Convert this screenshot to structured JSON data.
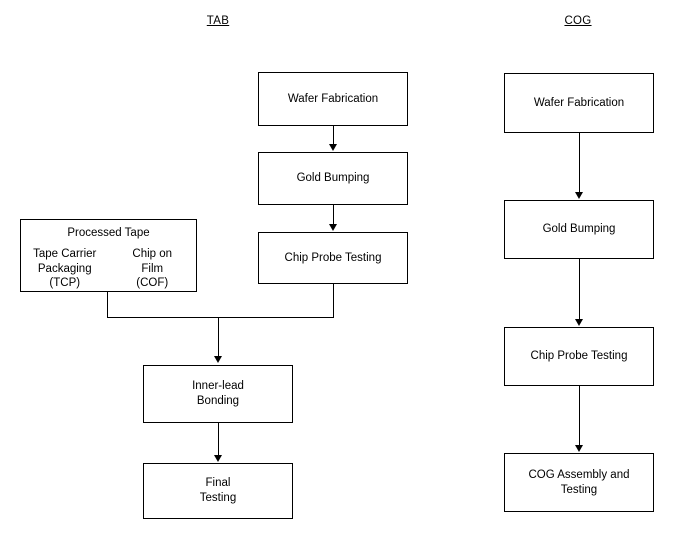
{
  "diagram": {
    "title_tab": "TAB",
    "title_cog": "COG",
    "columns": [
      {
        "key": "tab",
        "header": "TAB",
        "nodes": [
          {
            "id": "tab-wafer-fabrication",
            "label": "Wafer Fabrication"
          },
          {
            "id": "tab-gold-bumping",
            "label": "Gold Bumping"
          },
          {
            "id": "tab-chip-probe-testing",
            "label": "Chip Probe Testing"
          },
          {
            "id": "tab-inner-lead-bonding",
            "label": "Inner-lead\nBonding"
          },
          {
            "id": "tab-final-testing",
            "label": "Final\nTesting"
          }
        ]
      },
      {
        "key": "cog",
        "header": "COG",
        "nodes": [
          {
            "id": "cog-wafer-fabrication",
            "label": "Wafer Fabrication"
          },
          {
            "id": "cog-gold-bumping",
            "label": "Gold Bumping"
          },
          {
            "id": "cog-chip-probe-testing",
            "label": "Chip Probe Testing"
          },
          {
            "id": "cog-assembly-and-testing",
            "label": "COG Assembly and\nTesting"
          }
        ]
      }
    ],
    "processed_tape": {
      "title": "Processed Tape",
      "left_option": "Tape Carrier\nPackaging\n(TCP)",
      "right_option": "Chip on\nFilm\n(COF)"
    },
    "colors": {
      "background": "#ffffff",
      "line": "#000000",
      "text": "#000000"
    }
  }
}
